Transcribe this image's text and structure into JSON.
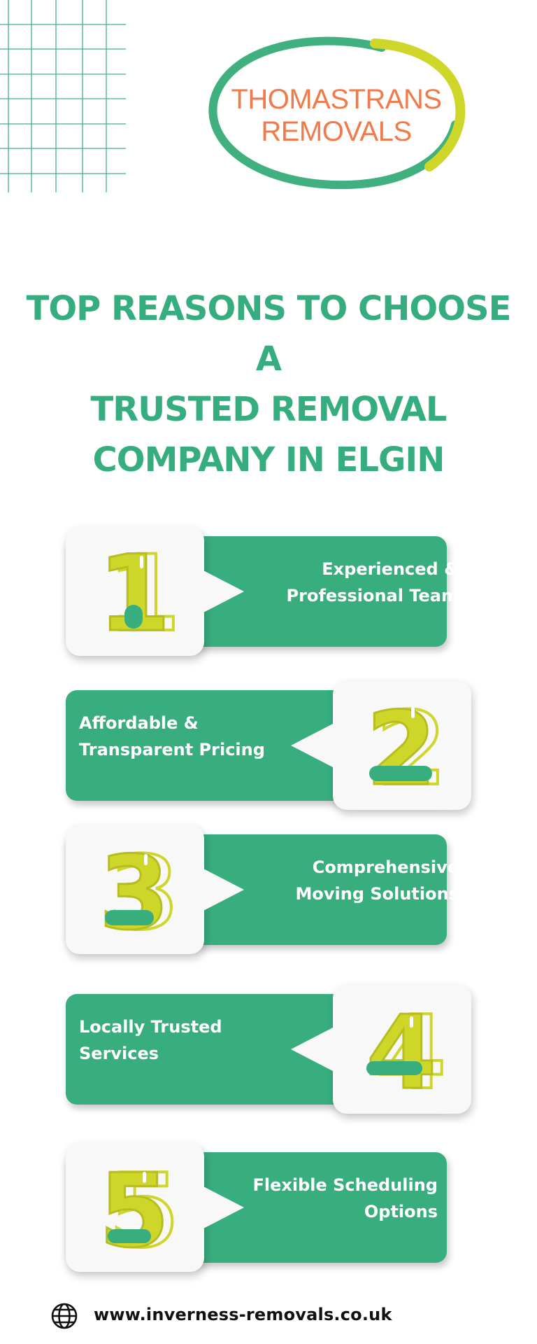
{
  "logo": {
    "line1": "THOMASTRANS",
    "line2": "REMOVALS"
  },
  "title": {
    "line1": "TOP REASONS TO CHOOSE A",
    "line2": "TRUSTED REMOVAL",
    "line3": "COMPANY IN ELGIN"
  },
  "reasons": [
    {
      "number": "1",
      "line1": "Experienced &",
      "line2": "Professional Team"
    },
    {
      "number": "2",
      "line1": "Affordable &",
      "line2": "Transparent Pricing"
    },
    {
      "number": "3",
      "line1": "Comprehensive",
      "line2": "Moving Solutions"
    },
    {
      "number": "4",
      "line1": "Locally Trusted",
      "line2": "Services"
    },
    {
      "number": "5",
      "line1": "Flexible Scheduling",
      "line2": "Options"
    }
  ],
  "footer": {
    "url": "www.inverness-removals.co.uk",
    "icon": "globe-icon"
  },
  "colors": {
    "green": "#38ae7f",
    "lime": "#cfd62a",
    "orange": "#f07a4a"
  }
}
